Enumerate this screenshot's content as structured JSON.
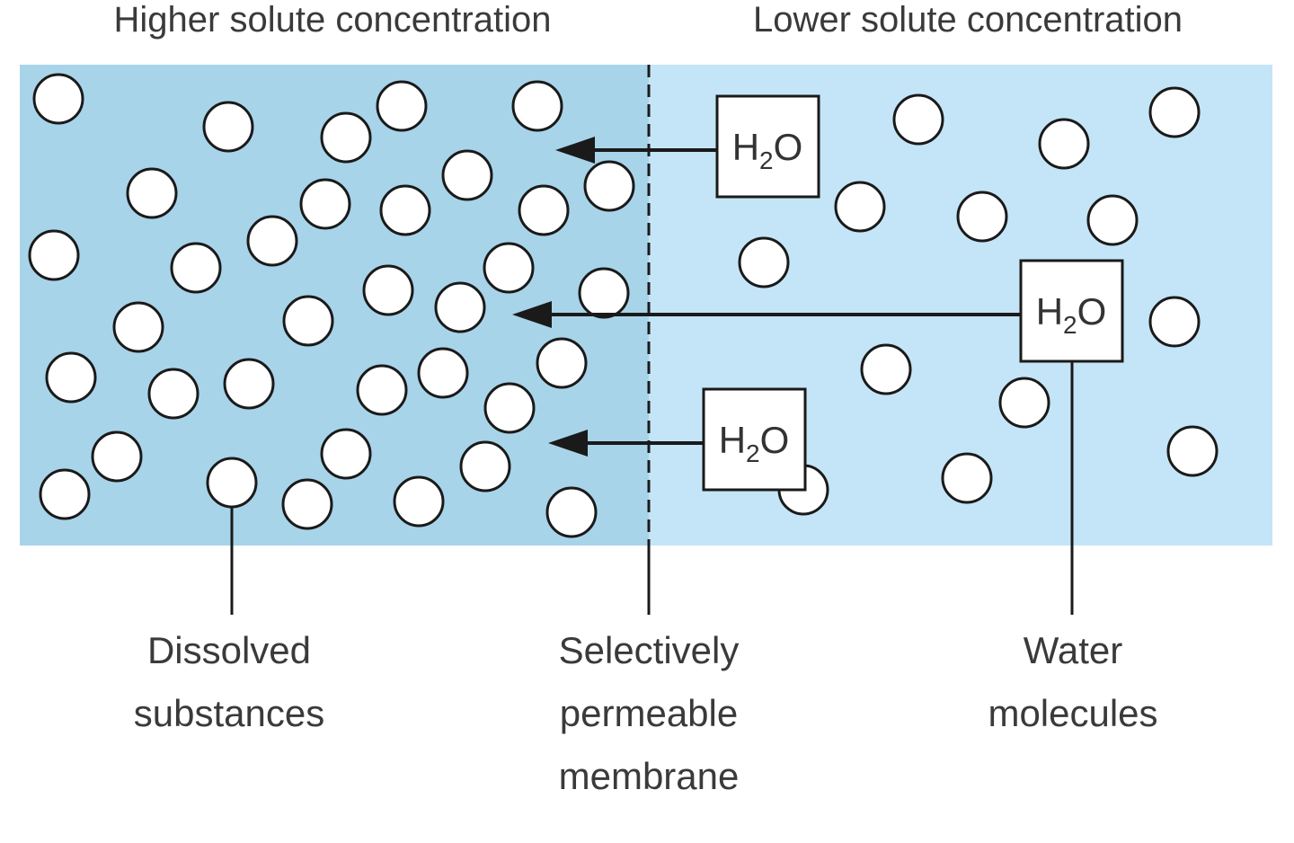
{
  "headers": {
    "left": "Higher solute concentration",
    "right": "Lower solute concentration"
  },
  "water_label": {
    "main": "H",
    "sub": "2",
    "tail": "O"
  },
  "labels": {
    "dissolved": [
      "Dissolved",
      "substances"
    ],
    "membrane": [
      "Selectively",
      "permeable",
      "membrane"
    ],
    "water": [
      "Water",
      "molecules"
    ]
  },
  "colors": {
    "high_concentration_region": "#a8d4ea",
    "low_concentration_region": "#c4e5f7",
    "outline": "#1a1a1a",
    "text": "#3a3a3a"
  }
}
